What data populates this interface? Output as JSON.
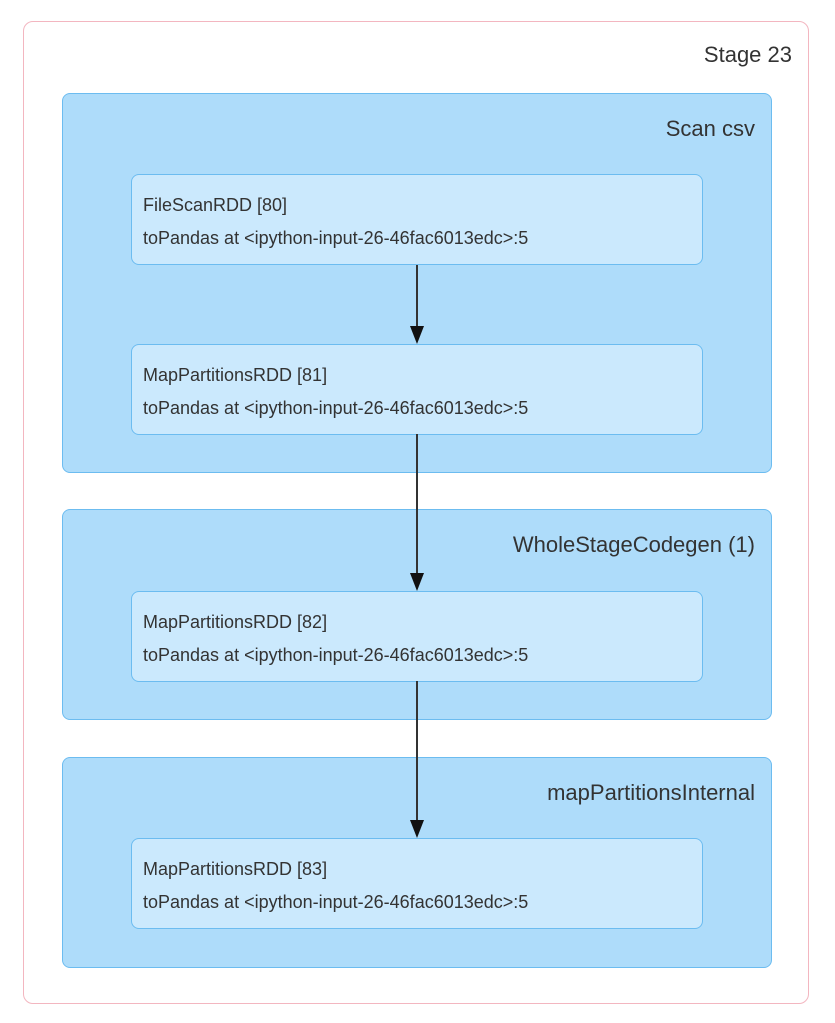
{
  "stage": {
    "label": "Stage 23"
  },
  "clusters": [
    {
      "label": "Scan csv"
    },
    {
      "label": "WholeStageCodegen (1)"
    },
    {
      "label": "mapPartitionsInternal"
    }
  ],
  "nodes": [
    {
      "title": "FileScanRDD [80]",
      "callsite": "toPandas at <ipython-input-26-46fac6013edc>:5"
    },
    {
      "title": "MapPartitionsRDD [81]",
      "callsite": "toPandas at <ipython-input-26-46fac6013edc>:5"
    },
    {
      "title": "MapPartitionsRDD [82]",
      "callsite": "toPandas at <ipython-input-26-46fac6013edc>:5"
    },
    {
      "title": "MapPartitionsRDD [83]",
      "callsite": "toPandas at <ipython-input-26-46fac6013edc>:5"
    }
  ],
  "edges": [
    {
      "from": "FileScanRDD [80]",
      "to": "MapPartitionsRDD [81]"
    },
    {
      "from": "MapPartitionsRDD [81]",
      "to": "MapPartitionsRDD [82]"
    },
    {
      "from": "MapPartitionsRDD [82]",
      "to": "MapPartitionsRDD [83]"
    }
  ],
  "colors": {
    "stage_border": "#f3b6c0",
    "cluster_fill": "#aedcfa",
    "cluster_border": "#6cbcf0",
    "node_fill": "#cbe9fd",
    "edge": "#333333"
  }
}
